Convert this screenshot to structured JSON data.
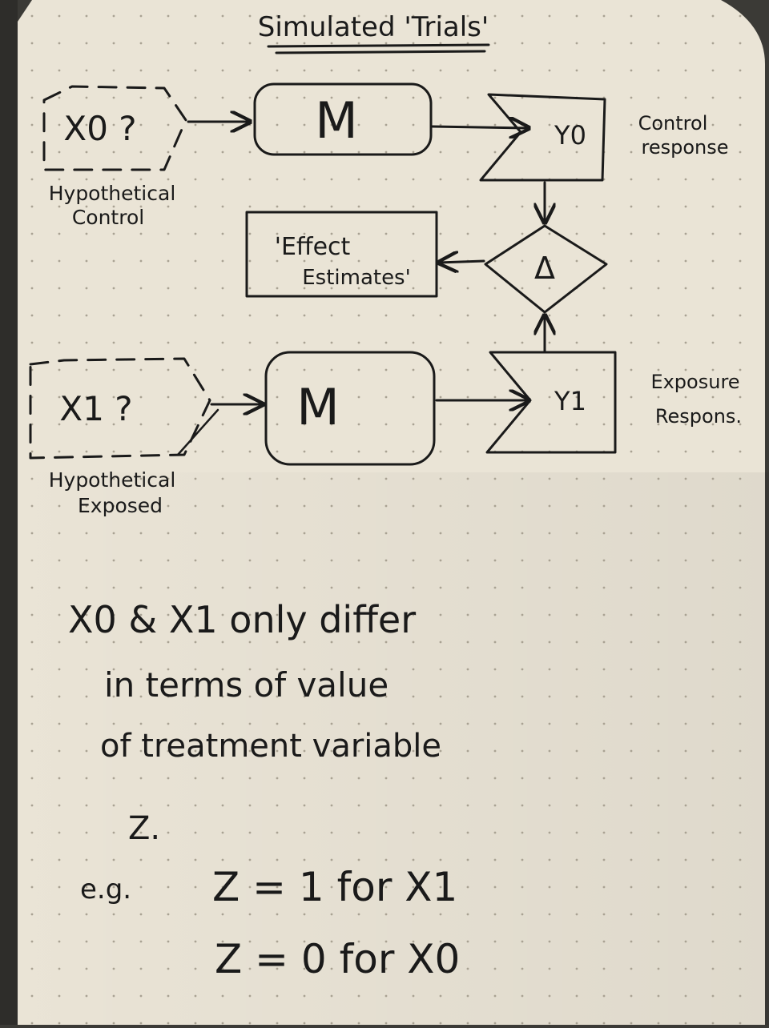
{
  "title": "Simulated 'Trials'",
  "control": {
    "input_label": "X0 ?",
    "input_caption_1": "Hypothetical",
    "input_caption_2": "Control",
    "model_label": "M",
    "output_label": "Y0",
    "output_caption_1": "Control",
    "output_caption_2": "response"
  },
  "exposed": {
    "input_label": "X1 ?",
    "input_caption_1": "Hypothetical",
    "input_caption_2": "Exposed",
    "model_label": "M",
    "output_label": "Y1",
    "output_caption_1": "Exposure",
    "output_caption_2": "Respons."
  },
  "delta_label": "Δ",
  "effect": {
    "line1": "'Effect",
    "line2": "Estimates'"
  },
  "notes": {
    "line1": "X0 & X1 only differ",
    "line2": "in terms of value",
    "line3": "of treatment variable",
    "line4": "Z.",
    "eg_prefix": "e.g.",
    "eq1": "Z = 1 for X1",
    "eq2": "Z = 0 for X0"
  },
  "colors": {
    "paper": "#eae4d6",
    "ink": "#1a1a1a",
    "dot": "#a9a293",
    "shadow": "#8f8a80"
  }
}
